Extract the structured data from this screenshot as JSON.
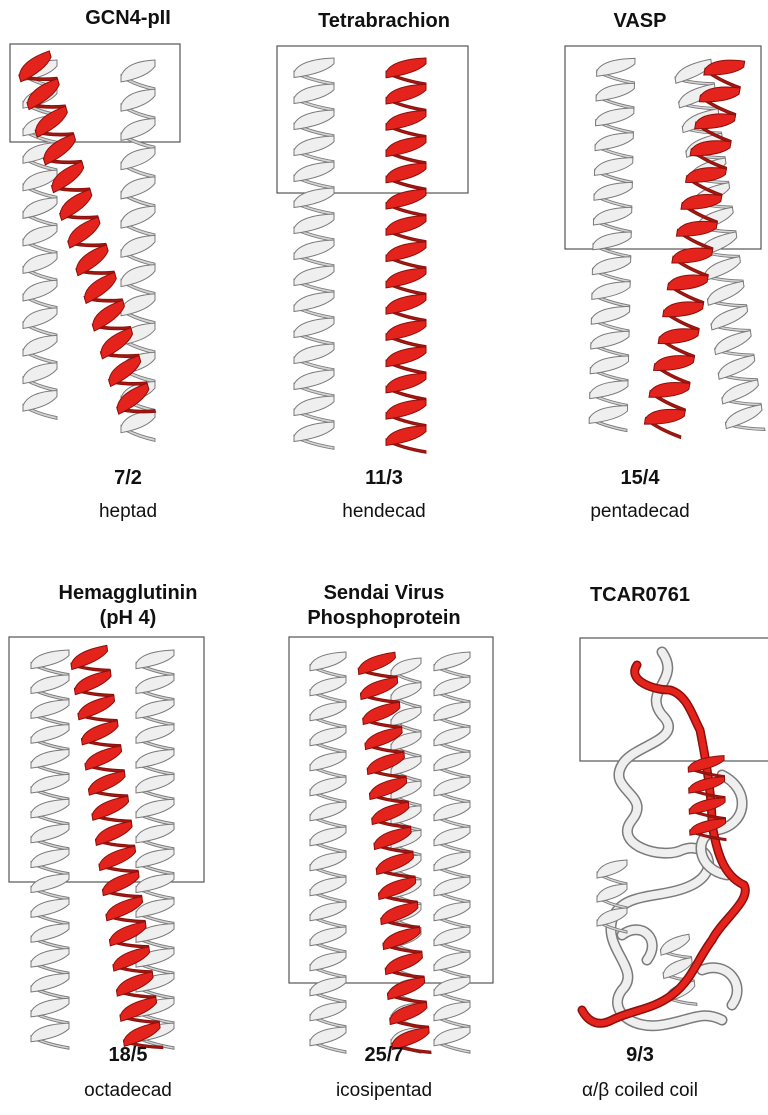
{
  "panels": [
    {
      "title_line1": "GCN4-pII",
      "title_line2": "",
      "ratio": "7/2",
      "repeat": "heptad"
    },
    {
      "title_line1": "Tetrabrachion",
      "title_line2": "",
      "ratio": "11/3",
      "repeat": "hendecad"
    },
    {
      "title_line1": "VASP",
      "title_line2": "",
      "ratio": "15/4",
      "repeat": "pentadecad"
    },
    {
      "title_line1": "Hemagglutinin",
      "title_line2": "(pH 4)",
      "ratio": "18/5",
      "repeat": "octadecad"
    },
    {
      "title_line1": "Sendai Virus",
      "title_line2": "Phosphoprotein",
      "ratio": "25/7",
      "repeat": "icosipentad"
    },
    {
      "title_line1": "TCAR0761",
      "title_line2": "",
      "ratio": "9/3",
      "repeat": "α/β coiled coil"
    }
  ],
  "colors": {
    "highlight_helix": "#e3231c",
    "helix_edge": "#8b0f0b",
    "grey_helix": "#efefef",
    "grey_edge": "#7a7a7a",
    "box": "#555555"
  }
}
